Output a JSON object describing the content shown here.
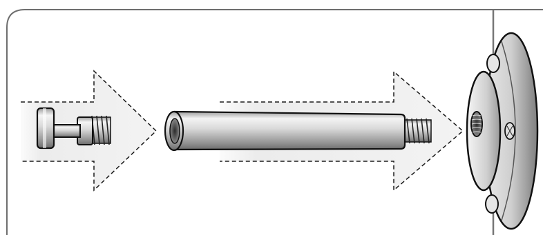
{
  "diagram": {
    "kind": "assembly-instruction",
    "steps": [
      {
        "part": "thumb-screw",
        "action": "insert"
      },
      {
        "part": "threaded-rod",
        "action": "insert"
      },
      {
        "part": "wall-mount-base",
        "action": "receive"
      }
    ],
    "colors": {
      "panel_border": "#6e6e6e",
      "arrow_fill": "#eeeeee",
      "arrow_dash": "#1a1a1a",
      "metal_light": "#f2f2f2",
      "metal_mid": "#c8c8c8",
      "metal_dark": "#8c8c8c",
      "outline": "#111111",
      "wall_line": "#777777"
    }
  }
}
